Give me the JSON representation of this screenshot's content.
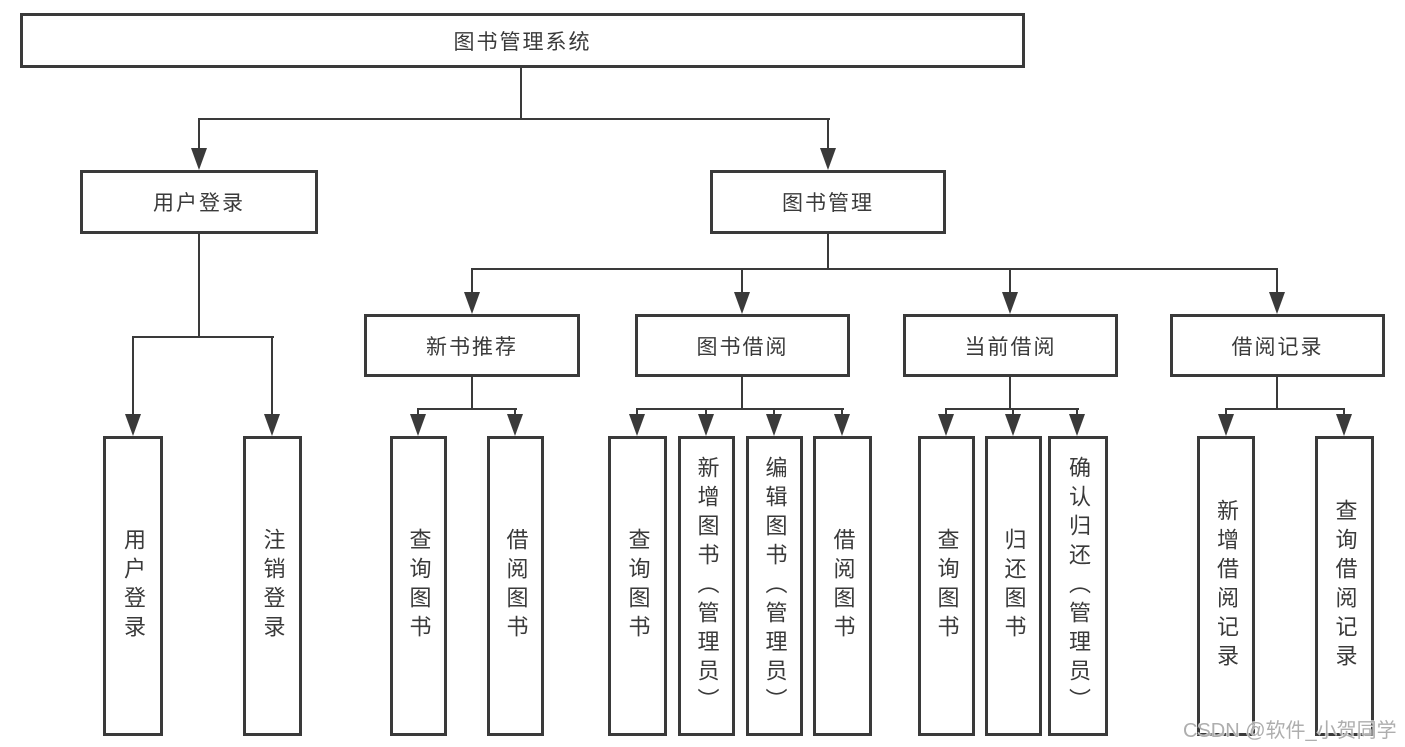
{
  "title": "图书管理系统",
  "tree": {
    "root": {
      "label": "图书管理系统"
    },
    "branches": [
      {
        "label": "用户登录",
        "children": [
          {
            "label": "用户登录"
          },
          {
            "label": "注销登录"
          }
        ]
      },
      {
        "label": "图书管理",
        "children": [
          {
            "label": "新书推荐",
            "children": [
              {
                "label": "查询图书"
              },
              {
                "label": "借阅图书"
              }
            ]
          },
          {
            "label": "图书借阅",
            "children": [
              {
                "label": "查询图书"
              },
              {
                "label": "新增图书（管理员）"
              },
              {
                "label": "编辑图书（管理员）"
              },
              {
                "label": "借阅图书"
              }
            ]
          },
          {
            "label": "当前借阅",
            "children": [
              {
                "label": "查询图书"
              },
              {
                "label": "归还图书"
              },
              {
                "label": "确认归还（管理员）"
              }
            ]
          },
          {
            "label": "借阅记录",
            "children": [
              {
                "label": "新增借阅记录"
              },
              {
                "label": "查询借阅记录"
              }
            ]
          }
        ]
      }
    ]
  },
  "watermark": "CSDN @软件_小贺同学",
  "colors": {
    "line": "#3a3a3a",
    "box_border": "#3a3a3a",
    "text": "#3a3a3a",
    "background": "#ffffff",
    "watermark": "#aeaeae"
  }
}
